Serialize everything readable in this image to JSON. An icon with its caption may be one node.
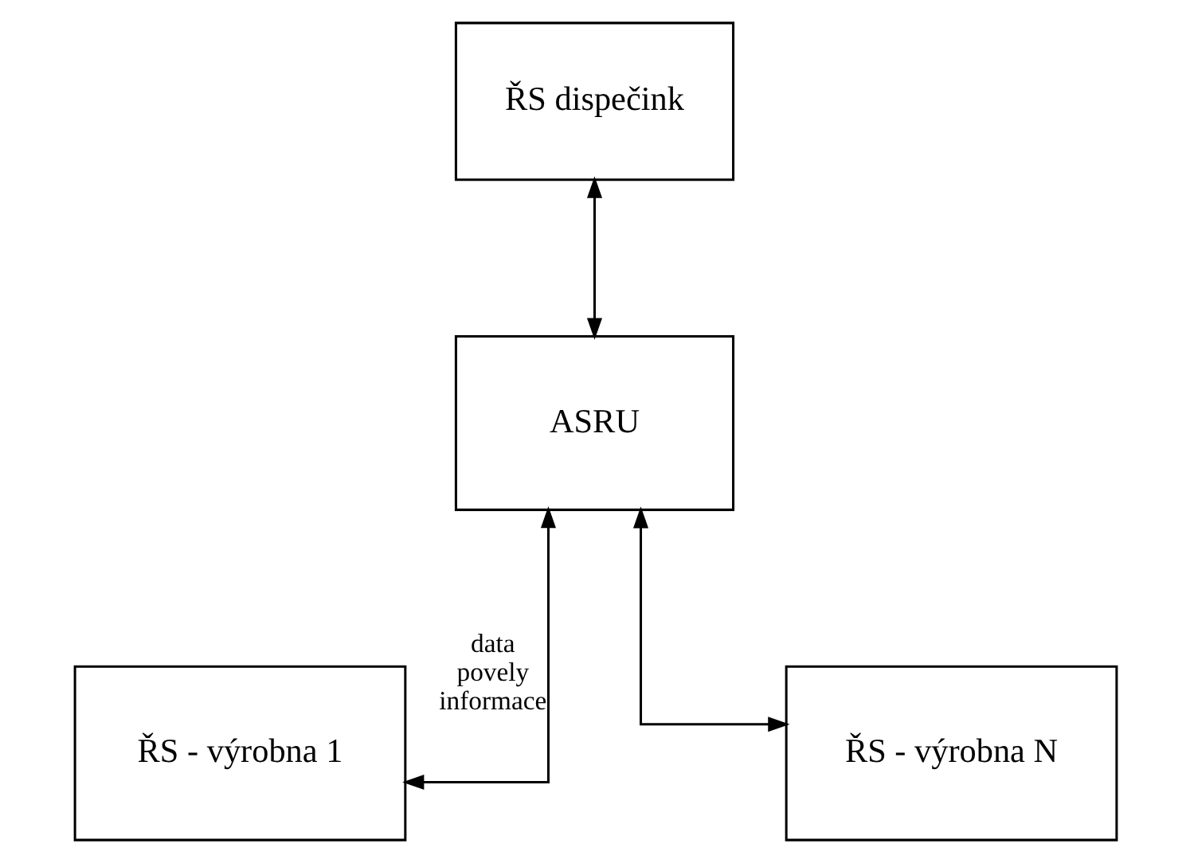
{
  "diagram": {
    "nodes": [
      {
        "text": [
          "ŘS dispečink"
        ]
      },
      {
        "text": [
          "ASRU"
        ]
      },
      {
        "text": [
          "ŘS - výrobna 1"
        ]
      },
      {
        "text": [
          "ŘS - výrobna N"
        ]
      }
    ],
    "edges": [
      {
        "from": 0,
        "to": 1,
        "arrow": "both"
      },
      {
        "from": 1,
        "to": 2,
        "arrow": "both",
        "label": "data povely informace"
      },
      {
        "from": 1,
        "to": 3,
        "arrow": "both"
      }
    ]
  }
}
